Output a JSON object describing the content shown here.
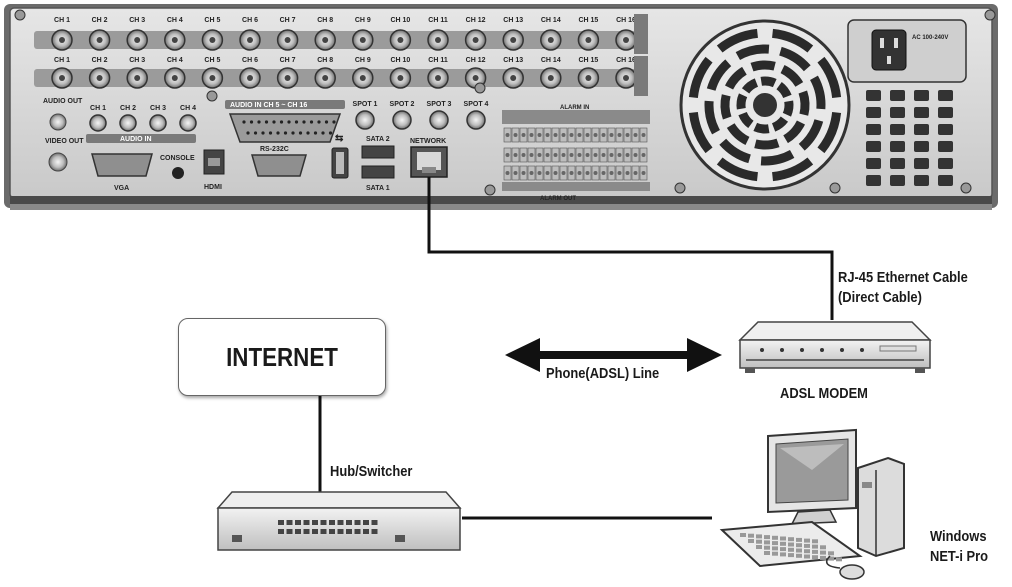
{
  "dvr": {
    "ch_labels": [
      "CH 1",
      "CH 2",
      "CH 3",
      "CH 4",
      "CH 5",
      "CH 6",
      "CH 7",
      "CH 8",
      "CH 9",
      "CH 10",
      "CH 11",
      "CH 12",
      "CH 13",
      "CH 14",
      "CH 15",
      "CH 16"
    ],
    "audio_ch_labels": [
      "CH 1",
      "CH 2",
      "CH 3",
      "CH 4"
    ],
    "audio_in_label": "AUDIO IN",
    "audio_out_label": "AUDIO OUT",
    "video_out_label": "VIDEO OUT",
    "audio_in_ch_label": "AUDIO IN CH 5 ~ CH 16",
    "vga_label": "VGA",
    "console_label": "CONSOLE",
    "hdmi_label": "HDMI",
    "rs232c_label": "RS-232C",
    "sata2_label": "SATA 2",
    "sata1_label": "SATA 1",
    "network_label": "NETWORK",
    "spot_labels": [
      "SPOT 1",
      "SPOT 2",
      "SPOT 3",
      "SPOT 4"
    ],
    "alarm_in_label": "ALARM IN",
    "alarm_out_label": "ALARM OUT",
    "power_label": "AC 100-240V"
  },
  "labels": {
    "cable_line1": "RJ-45 Ethernet Cable",
    "cable_line2": "(Direct Cable)",
    "internet": "INTERNET",
    "phone_line": "Phone(ADSL) Line",
    "modem": "ADSL MODEM",
    "hub": "Hub/Switcher",
    "windows": "Windows",
    "netipro": "NET-i Pro"
  },
  "colors": {
    "panel": "#dcdcdc",
    "panel_dark": "#3a3a3a",
    "line": "#111111"
  }
}
